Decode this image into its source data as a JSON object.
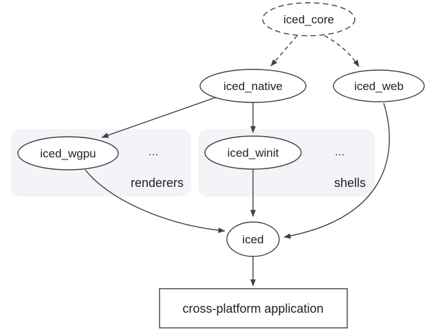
{
  "diagram": {
    "type": "dependency-graph",
    "colors": {
      "background": "#ffffff",
      "stroke": "#3c4043",
      "text": "#202124",
      "accent_blue": "#1967d2",
      "group_fill": "#f2f4f7"
    },
    "nodes": {
      "iced_core": {
        "label": "iced_core",
        "shape": "ellipse",
        "border": "dashed"
      },
      "iced_native": {
        "label": "iced_native",
        "shape": "ellipse",
        "border": "solid"
      },
      "iced_web": {
        "label": "iced_web",
        "shape": "ellipse",
        "border": "solid"
      },
      "iced_wgpu": {
        "label": "iced_wgpu",
        "shape": "ellipse",
        "border": "solid",
        "group": "renderers"
      },
      "iced_winit": {
        "label": "iced_winit",
        "shape": "ellipse",
        "border": "solid",
        "group": "shells"
      },
      "iced": {
        "label": "iced",
        "shape": "ellipse",
        "border": "solid"
      },
      "application": {
        "label": "cross-platform application",
        "shape": "rectangle",
        "border": "solid"
      }
    },
    "groups": {
      "renderers": {
        "label": "renderers",
        "ellipsis": "..."
      },
      "shells": {
        "label": "shells",
        "ellipsis": "..."
      }
    },
    "edges": [
      {
        "from": "iced_core",
        "to": "iced_native",
        "style": "dashed"
      },
      {
        "from": "iced_core",
        "to": "iced_web",
        "style": "dashed"
      },
      {
        "from": "iced_native",
        "to": "iced_wgpu",
        "style": "solid"
      },
      {
        "from": "iced_native",
        "to": "iced_winit",
        "style": "solid"
      },
      {
        "from": "iced_wgpu",
        "to": "iced",
        "style": "solid"
      },
      {
        "from": "iced_winit",
        "to": "iced",
        "style": "solid"
      },
      {
        "from": "iced_web",
        "to": "iced",
        "style": "solid"
      },
      {
        "from": "iced",
        "to": "application",
        "style": "solid"
      }
    ]
  }
}
